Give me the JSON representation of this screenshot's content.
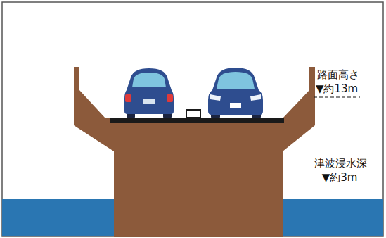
{
  "diagram": {
    "labels": [
      "路面高さ",
      "▼約13m",
      "津波浸水深",
      "▼約3m"
    ]
  }
}
